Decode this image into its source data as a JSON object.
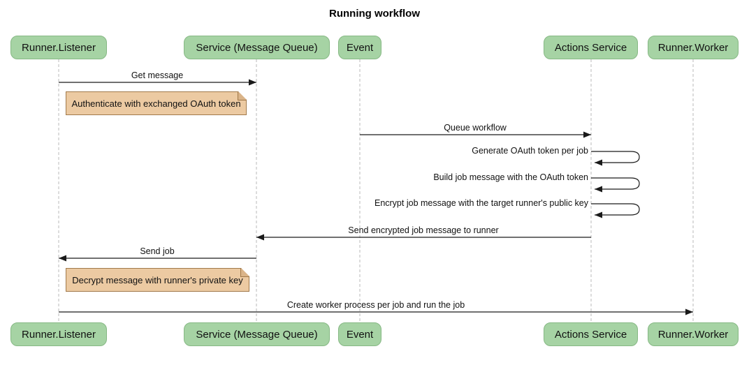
{
  "title": "Running workflow",
  "diagram_type": "sequence",
  "participants": [
    {
      "label": "Runner.Listener"
    },
    {
      "label": "Service (Message Queue)"
    },
    {
      "label": "Event"
    },
    {
      "label": "Actions Service"
    },
    {
      "label": "Runner.Worker"
    }
  ],
  "messages": [
    {
      "from": "Runner.Listener",
      "to": "Service (Message Queue)",
      "label": "Get message",
      "type": "solid-arrow"
    },
    {
      "from": "Event",
      "to": "Actions Service",
      "label": "Queue workflow",
      "type": "solid-arrow"
    },
    {
      "from": "Actions Service",
      "to": "Actions Service",
      "label": "Generate OAuth token per job",
      "type": "self-loop"
    },
    {
      "from": "Actions Service",
      "to": "Actions Service",
      "label": "Build job message with the OAuth token",
      "type": "self-loop"
    },
    {
      "from": "Actions Service",
      "to": "Actions Service",
      "label": "Encrypt job message with the target runner's public key",
      "type": "self-loop"
    },
    {
      "from": "Actions Service",
      "to": "Service (Message Queue)",
      "label": "Send encrypted job message to runner",
      "type": "solid-arrow"
    },
    {
      "from": "Service (Message Queue)",
      "to": "Runner.Listener",
      "label": "Send job",
      "type": "solid-arrow"
    },
    {
      "from": "Runner.Listener",
      "to": "Runner.Worker",
      "label": "Create worker process per job and run the job",
      "type": "solid-arrow"
    }
  ],
  "notes": [
    {
      "over": "Runner.Listener",
      "label": "Authenticate with exchanged OAuth token"
    },
    {
      "over": "Runner.Listener",
      "label": "Decrypt message with runner's private key"
    }
  ],
  "colors": {
    "actor_fill": "#a6d3a4",
    "actor_border": "#86b884",
    "note_fill": "#eccaa2",
    "note_border": "#a1794a",
    "lifeline": "#b9b9b9",
    "arrow": "#1a1a1a",
    "background": "#ffffff"
  }
}
